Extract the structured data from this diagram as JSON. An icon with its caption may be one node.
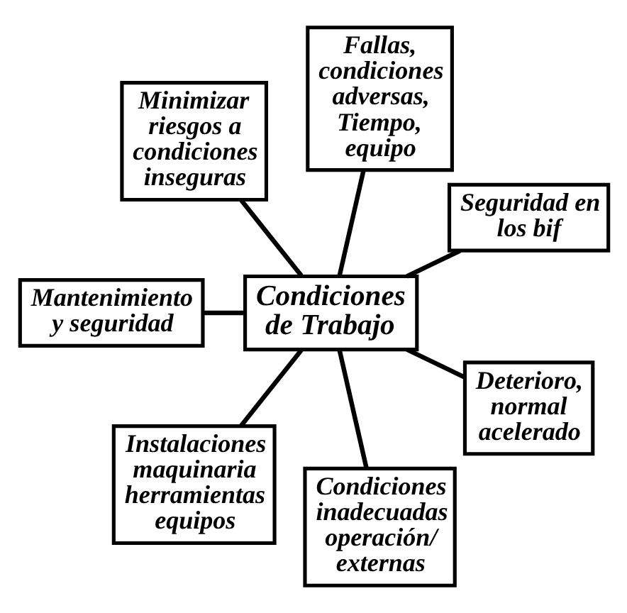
{
  "diagram": {
    "nodes": [
      {
        "text": [
          "Seguridad en los bif"
        ]
      },
      {
        "text": [
          "Fallas, condiciones adversas, Tiempo, equipo"
        ]
      },
      {
        "text": [
          "Minimizar riesgos a condiciones inseguras"
        ]
      },
      {
        "text": [
          "Condiciones de Trabajo"
        ]
      },
      {
        "text": [
          "Mantenimiento y seguridad"
        ]
      },
      {
        "text": [
          "Instalaciones maquinaria herramientas equipos"
        ]
      },
      {
        "text": [
          "Condiciones inadecuadas operación/ externas"
        ]
      },
      {
        "text": [
          "Deterioro, normal acelerado"
        ]
      }
    ],
    "edges": [
      {
        "from": 3,
        "to": 0,
        "arrow": "none"
      },
      {
        "from": 3,
        "to": 1,
        "arrow": "none"
      },
      {
        "from": 3,
        "to": 2,
        "arrow": "none"
      },
      {
        "from": 3,
        "to": 4,
        "arrow": "none"
      },
      {
        "from": 3,
        "to": 5,
        "arrow": "none"
      },
      {
        "from": 3,
        "to": 6,
        "arrow": "none"
      },
      {
        "from": 3,
        "to": 7,
        "arrow": "none"
      }
    ]
  }
}
